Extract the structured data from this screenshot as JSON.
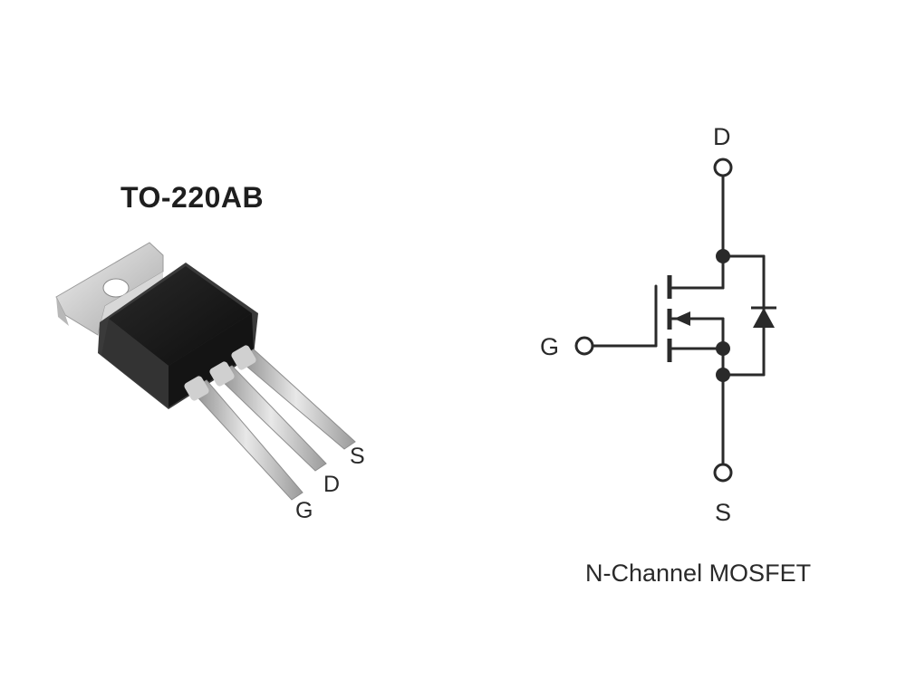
{
  "package": {
    "title": "TO-220AB",
    "pins": {
      "s": "S",
      "d": "D",
      "g": "G"
    }
  },
  "schematic": {
    "terminals": {
      "d": "D",
      "g": "G",
      "s": "S"
    },
    "caption": "N-Channel MOSFET"
  },
  "colors": {
    "ink": "#2a2a2a",
    "body": "#1a1a1a",
    "tab": "#cfcfcf",
    "lead": "#bdbdbd"
  }
}
